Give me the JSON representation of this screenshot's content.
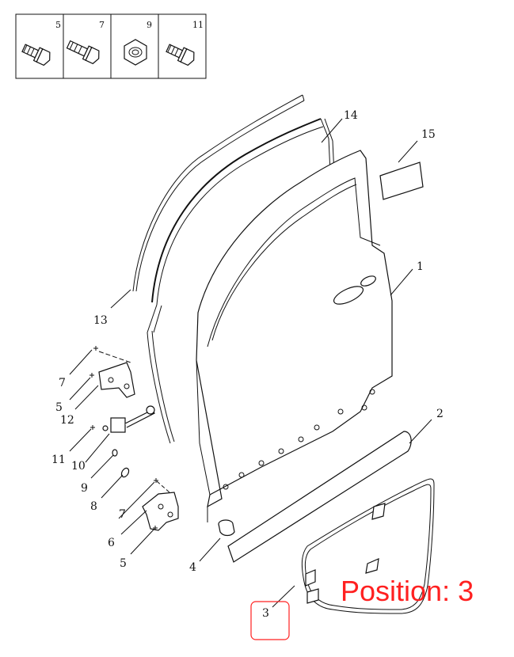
{
  "header_boxes": [
    {
      "num": "5",
      "icon": "bolt-icon"
    },
    {
      "num": "7",
      "icon": "bolt-long-icon"
    },
    {
      "num": "9",
      "icon": "nut-icon"
    },
    {
      "num": "11",
      "icon": "bolt-icon"
    }
  ],
  "callouts": {
    "c1": "1",
    "c2": "2",
    "c3": "3",
    "c4": "4",
    "c5a": "5",
    "c5b": "5",
    "c6": "6",
    "c7a": "7",
    "c7b": "7",
    "c8": "8",
    "c9": "9",
    "c10": "10",
    "c11": "11",
    "c12": "12",
    "c13": "13",
    "c14": "14",
    "c15": "15"
  },
  "position_label": "Position: 3",
  "colors": {
    "highlight": "#ff2020",
    "line": "#111111"
  }
}
